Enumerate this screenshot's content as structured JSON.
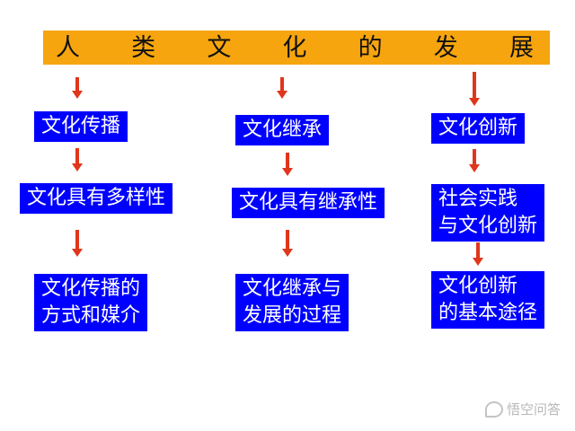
{
  "title": {
    "chars": [
      "人",
      "类",
      "文",
      "化",
      "的",
      "发",
      "展"
    ]
  },
  "colors": {
    "title_bg": "#f6a50e",
    "box_bg": "#0000ff",
    "box_text": "#ffffff",
    "arrow": "#e0361b"
  },
  "columns": [
    {
      "boxes": [
        {
          "lines": [
            "文化传播"
          ]
        },
        {
          "lines": [
            "文化具有多样性"
          ]
        },
        {
          "lines": [
            "文化传播的",
            "方式和媒介"
          ]
        }
      ]
    },
    {
      "boxes": [
        {
          "lines": [
            "文化继承"
          ]
        },
        {
          "lines": [
            "文化具有继承性"
          ]
        },
        {
          "lines": [
            "文化继承与",
            "发展的过程"
          ]
        }
      ]
    },
    {
      "boxes": [
        {
          "lines": [
            "文化创新"
          ]
        },
        {
          "lines": [
            "社会实践",
            "与文化创新"
          ]
        },
        {
          "lines": [
            "文化创新",
            "的基本途径"
          ]
        }
      ]
    }
  ],
  "watermark": {
    "text": "悟空问答",
    "icon": "speech-bubble-icon"
  }
}
